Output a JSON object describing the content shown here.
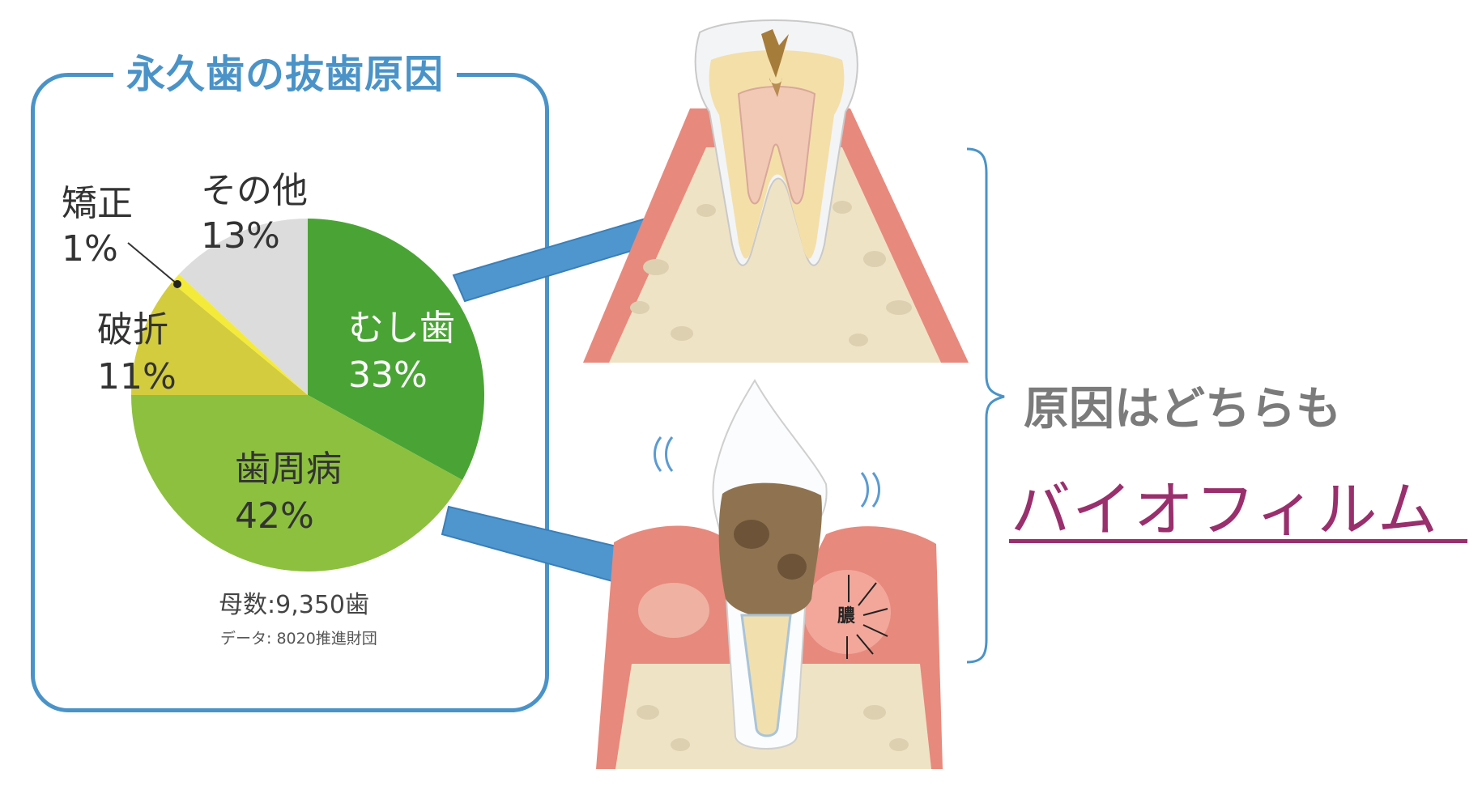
{
  "panel": {
    "title": "永久歯の抜歯原因"
  },
  "chart_data": {
    "type": "pie",
    "title": "永久歯の抜歯原因",
    "slices": [
      {
        "label": "むし歯",
        "value": 33,
        "value_label": "33%",
        "color": "#4aa435"
      },
      {
        "label": "歯周病",
        "value": 42,
        "value_label": "42%",
        "color": "#8dc03f"
      },
      {
        "label": "破折",
        "value": 11,
        "value_label": "11%",
        "color": "#d3cc3e"
      },
      {
        "label": "矯正",
        "value": 1,
        "value_label": "1%",
        "color": "#f4ea3a"
      },
      {
        "label": "その他",
        "value": 13,
        "value_label": "13%",
        "color": "#dcdcdc"
      }
    ],
    "start": "12 o'clock",
    "direction": "clockwise"
  },
  "source": {
    "count": "母数:9,350歯",
    "data": "データ: 8020推進財団"
  },
  "illustration": {
    "pus_label": "膿"
  },
  "conclusion": {
    "lead": "原因はどちらも",
    "answer": "バイオフィルム"
  },
  "colors": {
    "accent_blue": "#4a93c8",
    "arrow_blue": "#4f96cf",
    "gum_pink": "#e8897d",
    "bone": "#efe3c6",
    "answer_purple": "#9a2f6d"
  }
}
